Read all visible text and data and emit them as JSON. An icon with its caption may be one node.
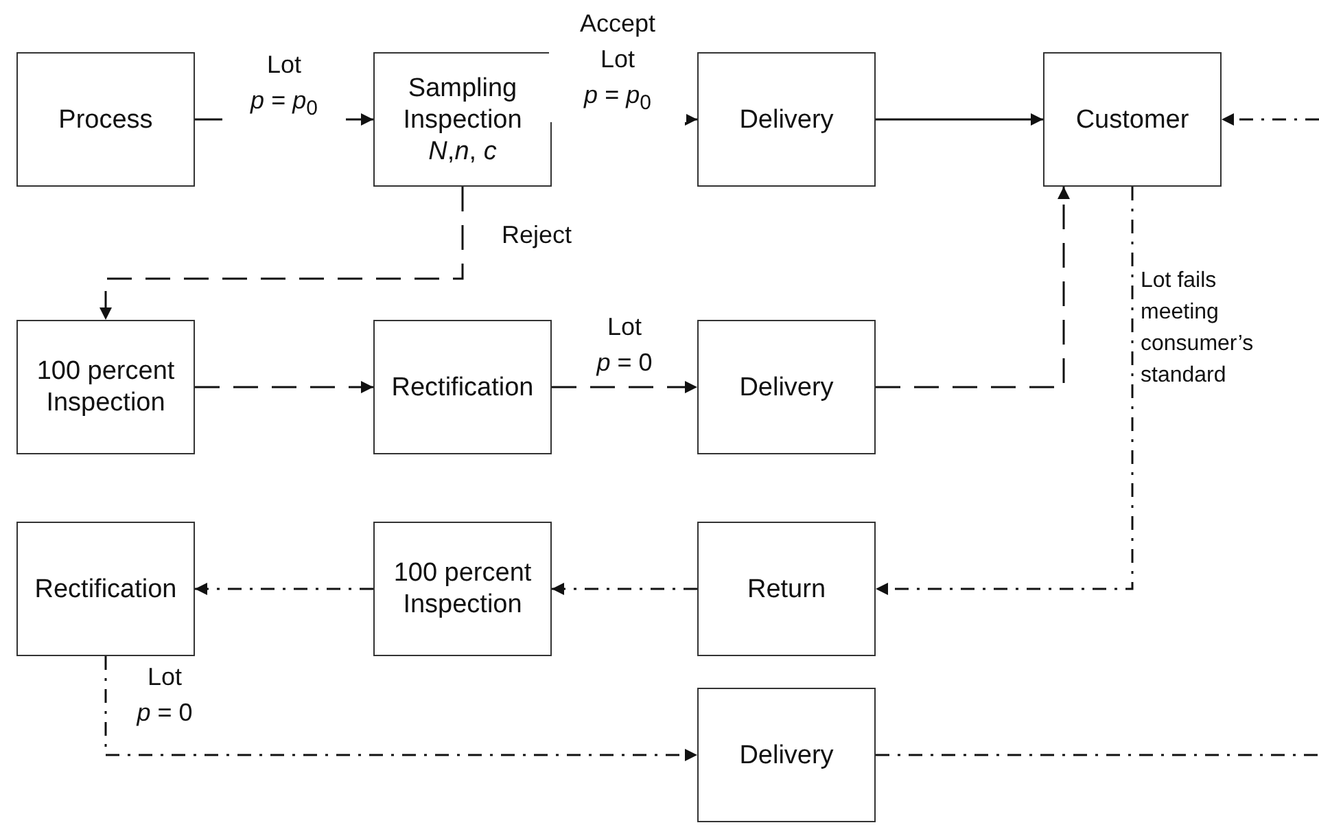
{
  "diagram": {
    "nodes": [
      {
        "text": [
          "Process"
        ]
      },
      {
        "text": [
          "Sampling Inspection *N*,*n*, *c*"
        ]
      },
      {
        "text": [
          "Delivery"
        ]
      },
      {
        "text": [
          "Customer"
        ]
      },
      {
        "text": [
          "100 percent Inspection"
        ]
      },
      {
        "text": [
          "Rectification"
        ]
      },
      {
        "text": [
          "Delivery"
        ]
      },
      {
        "text": [
          "Rectification"
        ]
      },
      {
        "text": [
          "100 percent Inspection"
        ]
      },
      {
        "text": [
          "Return"
        ]
      },
      {
        "text": [
          "Delivery"
        ]
      }
    ],
    "edges": [
      {
        "from": 0,
        "to": 1,
        "arrow": "to",
        "label": "Lot *p* = *p*$_{0}$"
      },
      {
        "from": 1,
        "to": 2,
        "arrow": "to",
        "label": "Accept Lot *p* = *p*$_{0}$"
      },
      {
        "from": 2,
        "to": 3,
        "arrow": "to"
      },
      {
        "from": 1,
        "to": 4,
        "arrow": "to",
        "label": "Reject",
        "style": "dashed"
      },
      {
        "from": 4,
        "to": 5,
        "arrow": "to",
        "style": "dashed"
      },
      {
        "from": 5,
        "to": 6,
        "arrow": "to",
        "label": "Lot *p* = 0",
        "style": "dashed"
      },
      {
        "from": 6,
        "to": 3,
        "arrow": "to",
        "style": "dashed"
      },
      {
        "from": 3,
        "to": 9,
        "arrow": "to",
        "label": "Lot fails meeting consumer’s standard",
        "style": "dashed"
      },
      {
        "from": 9,
        "to": 8,
        "arrow": "to",
        "style": "dashed"
      },
      {
        "from": 8,
        "to": 7,
        "arrow": "to",
        "style": "dashed"
      },
      {
        "from": 7,
        "to": 10,
        "arrow": "to",
        "label": "Lot *p* = 0",
        "style": "dashed"
      },
      {
        "from": 10,
        "to": null,
        "arrow": "none",
        "style": "dashed"
      },
      {
        "from": null,
        "to": 3,
        "arrow": "to",
        "style": "dashed"
      }
    ]
  }
}
